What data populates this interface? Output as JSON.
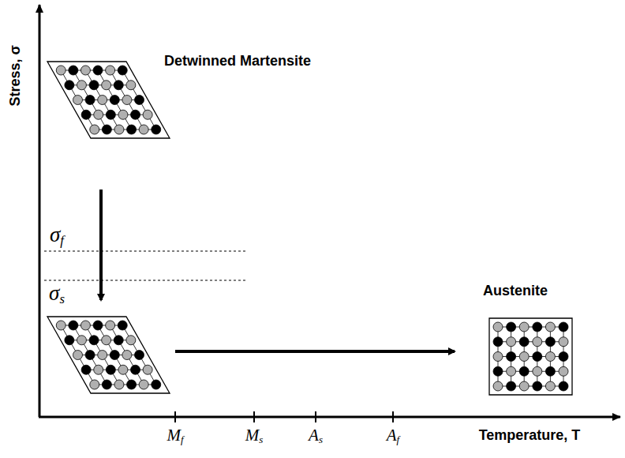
{
  "diagram": {
    "nodes": [
      {
        "text": [
          "Detwinned Martensite"
        ]
      },
      {
        "text": [
          "Austenite"
        ]
      }
    ],
    "labels": [
      "Stress, σ",
      "Temperature, T",
      "σf",
      "σs",
      "Mf",
      "Ms",
      "As",
      "Af"
    ]
  }
}
